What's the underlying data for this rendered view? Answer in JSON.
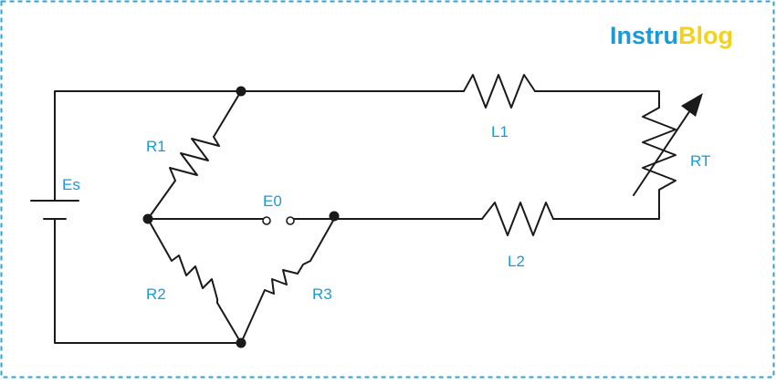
{
  "colors": {
    "label": "#1a9ad6",
    "wire": "#1a1a1a",
    "frame": "#2aa3dd",
    "logo_primary": "#1a9ad6",
    "logo_accent": "#f5d21a"
  },
  "logo": {
    "part1": "Instru",
    "part2": "Blog"
  },
  "labels": {
    "source": "Es",
    "r1": "R1",
    "r2": "R2",
    "r3": "R3",
    "l1": "L1",
    "l2": "L2",
    "rt": "RT",
    "output": "E0"
  }
}
